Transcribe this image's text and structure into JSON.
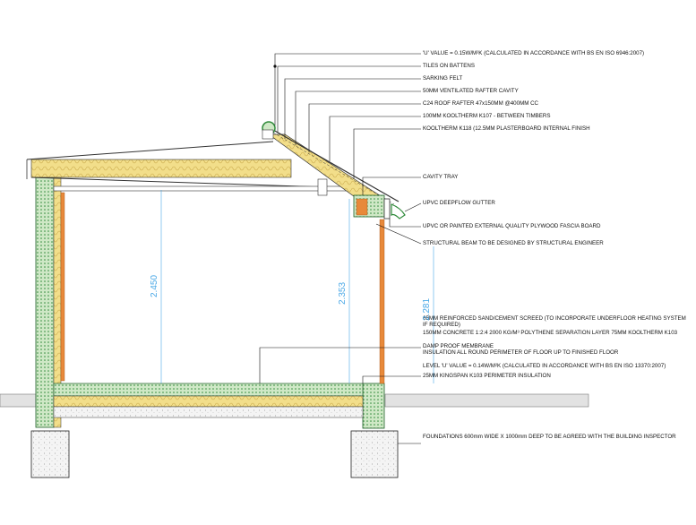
{
  "annotations": {
    "u_value_roof": "'U' VALUE = 0.15W/M²K (CALCULATED IN ACCORDANCE WITH BS EN ISO 6946:2007)",
    "tiles": "TILES ON BATTENS",
    "sarking": "SARKING FELT",
    "cavity": "50MM VENTILATED RAFTER CAVITY",
    "rafter": "C24 ROOF RAFTER 47x150MM @400MM CC",
    "kooltherm_k107": "100MM KOOLTHERM K107 - BETWEEN TIMBERS",
    "kooltherm_k118": "KOOLTHERM K118 (12.5MM PLASTERBOARD INTERNAL FINISH",
    "cavity_tray": "CAVITY TRAY",
    "gutter": "UPVC DEEPFLOW GUTTER",
    "fascia": "UPVC OR PAINTED EXTERNAL QUALITY PLYWOOD FASCIA BOARD",
    "beam": "STRUCTURAL BEAM TO BE DESIGNED BY STRUCTURAL ENGINEER",
    "screed": "65MM REINFORCED SAND/CEMENT SCREED (TO INCORPORATE UNDERFLOOR HEATING SYSTEM IF REQUIRED)",
    "concrete": "150MM CONCRETE 1:2:4 2000 KG/M³ POLYTHENE SEPARATION LAYER 75MM KOOLTHERM K103",
    "dpm": "DAMP PROOF MEMBRANE",
    "perimeter_ins": "INSULATION ALL ROUND PERIMETER OF FLOOR UP TO FINISHED FLOOR",
    "u_value_floor": "LEVEL 'U' VALUE = 0.14W/M²K (CALCULATED IN ACCORDANCE WITH BS EN ISO 13370:2007)",
    "kingspan": "25MM KINGSPAN K103 PERIMETER INSULATION",
    "foundations": "FOUNDATIONS 600mm WIDE X 1000mm DEEP TO BE AGREED WITH THE BUILDING INSPECTOR"
  },
  "dimensions": {
    "left_height": "2.450",
    "mid_height": "2.353",
    "right_height": "2.281"
  },
  "colors": {
    "insulation": "#f2de8a",
    "wall_green": "#2f8a3a",
    "floor_green": "#cfe8c6",
    "timber": "#e8893a",
    "dimension": "#4aa8e6",
    "ground": "#d9d9d9"
  }
}
